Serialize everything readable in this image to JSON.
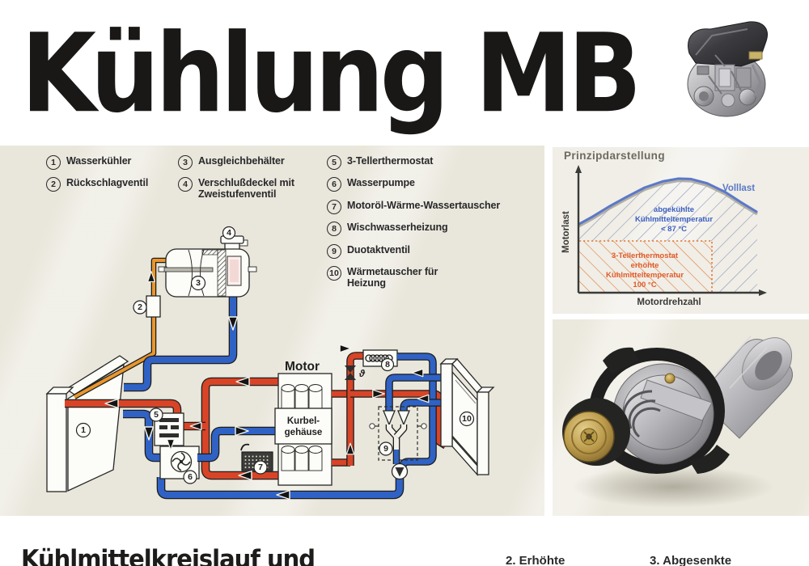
{
  "title": "Kühlung MB",
  "legend": {
    "items": [
      {
        "num": "1",
        "line1": "Wasserkühler",
        "line2": ""
      },
      {
        "num": "2",
        "line1": "Rückschlagventil",
        "line2": ""
      },
      {
        "num": "3",
        "line1": "Ausgleichbehälter",
        "line2": ""
      },
      {
        "num": "4",
        "line1": "Verschlußdeckel mit",
        "line2": "Zweistufenventil"
      },
      {
        "num": "5",
        "line1": "3-Tellerthermostat",
        "line2": ""
      },
      {
        "num": "6",
        "line1": "Wasserpumpe",
        "line2": ""
      },
      {
        "num": "7",
        "line1": "Motoröl-Wärme-Wassertauscher",
        "line2": ""
      },
      {
        "num": "8",
        "line1": "Wischwasserheizung",
        "line2": ""
      },
      {
        "num": "9",
        "line1": "Duotaktventil",
        "line2": ""
      },
      {
        "num": "10",
        "line1": "Wärmetauscher für",
        "line2": "Heizung"
      }
    ]
  },
  "schematic": {
    "motor_label": "Motor",
    "crankcase_line1": "Kurbel-",
    "crankcase_line2": "gehäuse",
    "theta": "ϑ",
    "callouts": [
      "1",
      "2",
      "3",
      "4",
      "5",
      "6",
      "7",
      "8",
      "9",
      "10"
    ]
  },
  "chart_data": {
    "type": "area",
    "title": "Prinzipdarstellung",
    "xlabel": "Motordrehzahl",
    "ylabel": "Motorlast",
    "curve_label": "Volllast",
    "x_range": [
      0,
      1
    ],
    "y_range": [
      0,
      1
    ],
    "grid": false,
    "series": [
      {
        "name": "Volllast",
        "color": "#5b79c8",
        "points": [
          [
            0,
            0.555
          ],
          [
            0.08,
            0.62
          ],
          [
            0.17,
            0.7
          ],
          [
            0.27,
            0.78
          ],
          [
            0.37,
            0.855
          ],
          [
            0.47,
            0.905
          ],
          [
            0.56,
            0.928
          ],
          [
            0.63,
            0.925
          ],
          [
            0.72,
            0.89
          ],
          [
            0.82,
            0.82
          ],
          [
            0.91,
            0.735
          ],
          [
            1,
            0.655
          ]
        ]
      }
    ],
    "regions": [
      {
        "id": "cool",
        "hatch": "\\",
        "color": "#3a5fc0",
        "extent": "area under Volllast curve",
        "lines": [
          "abgekühlte",
          "Kühlmitteltemperatur",
          "< 87 °C"
        ]
      },
      {
        "id": "hot",
        "hatch": "/",
        "color": "#e05a2b",
        "extent": "lower-left box x 0–0.74, y 0–0.42, dotted boundary",
        "lines": [
          "3-Tellerthermostat",
          "erhöhte",
          "Kühlmitteltemperatur",
          "100 °C"
        ]
      }
    ]
  },
  "footer": {
    "heading": "Kühlmittelkreislauf und",
    "item2": "2. Erhöhte",
    "item3": "3. Abgesenkte"
  },
  "colors": {
    "pipe_red": "#d84427",
    "pipe_blue": "#2f62c4",
    "pipe_orange": "#e8962e",
    "pipe_white": "#f2f0e8",
    "band_bg": "#e9e6db",
    "panel_bg": "#f0eee6",
    "ink": "#28282a",
    "chart_title": "#6e6a62",
    "curve_blue": "#5b79c8",
    "hatch_blue": "#8b94bd",
    "hatch_orange": "#e0793c",
    "region_text_blue": "#3a5fc0",
    "region_text_orange": "#e05a2b"
  }
}
